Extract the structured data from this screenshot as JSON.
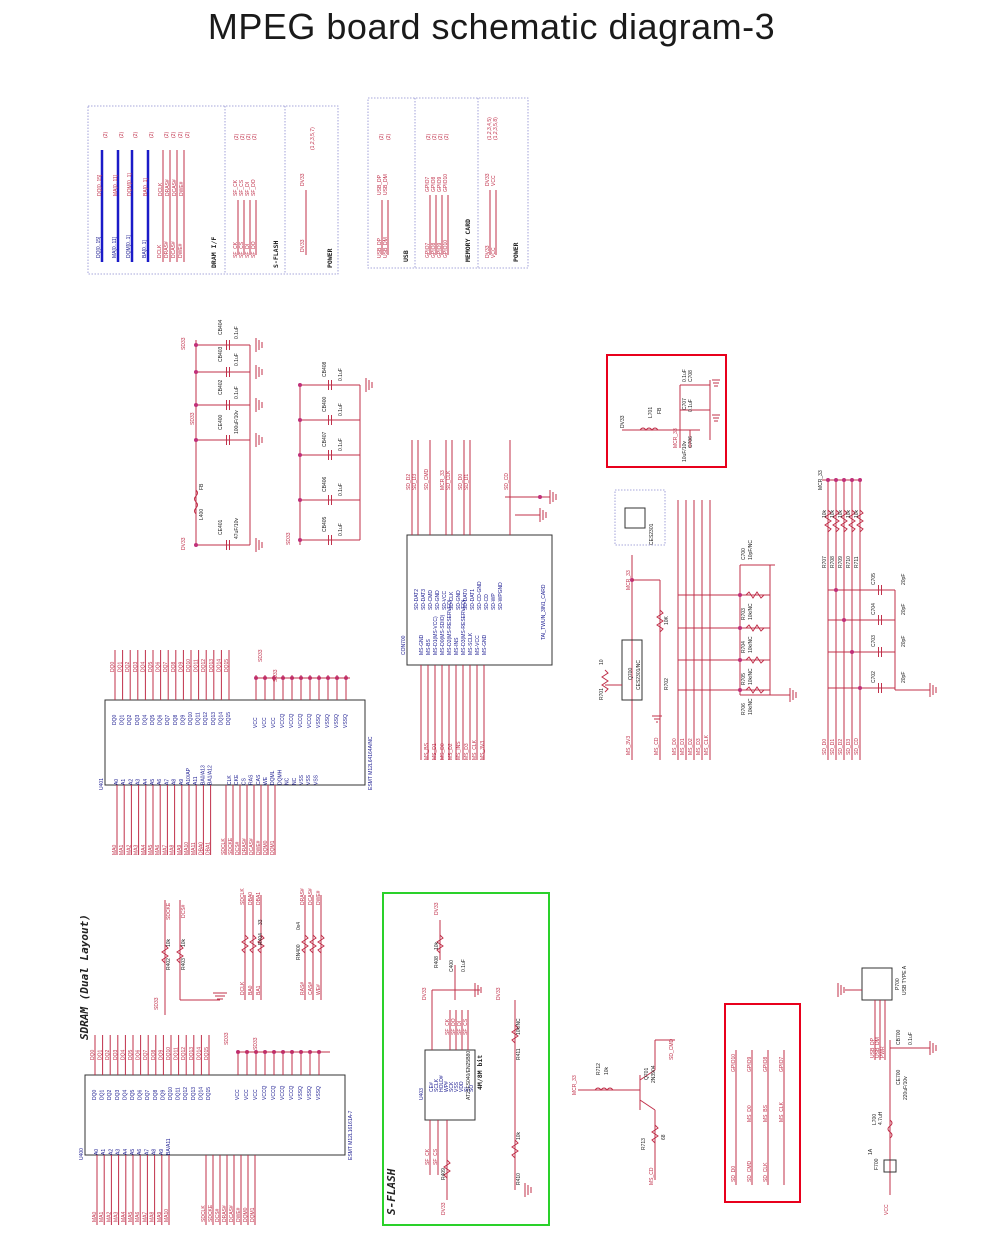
{
  "title": "MPEG  board schematic diagram-3",
  "sections": {
    "dram_if": "DRAM I/F",
    "sflash_hdr": "S-FLASH",
    "power1": "POWER",
    "usb": "USB",
    "memory_card": "MEMORY CARD",
    "power2": "POWER",
    "sdram": "SDRAM (Dual Layout)",
    "sflash": "S-FLASH"
  },
  "header_signals": {
    "dram": [
      "DQ[0..15]",
      "MA[0..11]",
      "DQM[0..1]",
      "BA[0..1]",
      "DCLK",
      "DRAS#",
      "DCAS#",
      "DWE#"
    ],
    "sf": [
      "SF_CK",
      "SF_CS",
      "SF_DI",
      "SF_DO"
    ],
    "pwr": [
      "DV33"
    ],
    "usb": [
      "USB_DP",
      "USB_DM"
    ],
    "gpio": [
      "GPIO7",
      "GPIO8",
      "GPIO9",
      "GPIO10"
    ],
    "pwr2": [
      "DV33",
      "VCC"
    ],
    "sheet_refs": [
      "(2)",
      "(1,2,3,5,7)",
      "(1,2,3,4,5)",
      "(1,2,3,5,8)"
    ]
  },
  "caps": {
    "CB404": "CB404",
    "CB403": "CB403",
    "CB402": "CB402",
    "CE400": "CE400",
    "CE401": "CE401",
    "CB408": "CB408",
    "CB400": "CB400",
    "CB407": "CB407",
    "CB406": "CB406",
    "CB405": "CB405",
    "v01": "0.1uF",
    "v100": "100uF/10v",
    "v47": "47uF/10v",
    "L400": "L400",
    "FB": "FB",
    "SD33": "SD33",
    "DV33": "DV33"
  },
  "con700": {
    "ref": "CON700",
    "part": "TAI_TWUN_3IN1_CARD",
    "left_pins": [
      "MS-GND",
      "MS-BS",
      "MS-D1(MS-VCC)",
      "MS-D0(MS-SDIO)",
      "MS-D2(MS-RESERVED)",
      "MS-INS",
      "MS-D3(MS-RESERVED)",
      "MS-SCLK",
      "MS-VCC",
      "MS-GND"
    ],
    "top_pins": [
      "SD-DAT2",
      "SD-DAT3",
      "SD-CMD",
      "SD-GND",
      "SD-VCC",
      "SD-CLK",
      "SD-GND",
      "SD-DAT0",
      "SD-DAT1",
      "SD-CD-GND",
      "SD-CD",
      "SD-WP",
      "SD-WPGND"
    ],
    "top_nets": [
      "SD_D2",
      "SD_D3",
      "SD_CMD",
      "MCR_33",
      "SD_CLK",
      "SD_D0",
      "SD_D1",
      "SD_CD"
    ],
    "bottom_nets": [
      "MS_BS",
      "MS_D1",
      "MS_D0",
      "MS_D2",
      "MS_INS",
      "MS_D3",
      "MS_CLK",
      "MS_3V3"
    ]
  },
  "mcr_power": {
    "L701": "L701",
    "FB": "FB",
    "C708": "C708",
    "C707": "C707",
    "C706": "C706",
    "v01": "0.1uF",
    "v10u": "10uF/10v",
    "DV33": "DV33",
    "MCR_33": "MCR_33"
  },
  "q700": {
    "ref": "Q700",
    "part": "CES2301/NC",
    "part2": "CES2301",
    "R701": "R701",
    "R702": "R702",
    "r10": "10",
    "r10k": "10K",
    "MCR_33": "MCR_33",
    "MS_3V3": "MS_3V3",
    "MS_CD": "MS_CD"
  },
  "res_net": {
    "R703": "R703",
    "R704": "R704",
    "R705": "R705",
    "R706": "R706",
    "C700": "C700",
    "v10k": "10k/NC",
    "c10p": "10pF/NC",
    "nets": [
      "MS_D0",
      "MS_D1",
      "MS_D2",
      "MS_D3",
      "MS_CLK"
    ]
  },
  "sd_pullups": {
    "mcr": "MCR_33",
    "refs": [
      "R707",
      "R708",
      "R709",
      "R710",
      "R711"
    ],
    "value": "10k",
    "caps": [
      "C705",
      "C704",
      "C703",
      "C702"
    ],
    "cval": "20pF",
    "nets": [
      "SD_D0",
      "SD_D1",
      "SD_D2",
      "SD_D3",
      "SD_CD"
    ]
  },
  "u401": {
    "ref": "U401",
    "part": "ESMT M12L64164A/NC",
    "dq": [
      "DQ0",
      "DQ1",
      "DQ2",
      "DQ3",
      "DQ4",
      "DQ5",
      "DQ6",
      "DQ7",
      "DQ8",
      "DQ9",
      "DQ10",
      "DQ11",
      "DQ12",
      "DQ13",
      "DQ14",
      "DQ15"
    ],
    "ma": [
      "MA0",
      "MA1",
      "MA2",
      "MA3",
      "MA4",
      "MA5",
      "MA6",
      "MA7",
      "MA8",
      "MA9",
      "MA10",
      "MA11",
      "DBA0",
      "DBA1"
    ],
    "ctl": [
      "SDCLK",
      "SDCKE",
      "DCS#",
      "DRAS#",
      "DCAS#",
      "DWE#",
      "DQM0",
      "DQM1"
    ],
    "pins_a": [
      "A0",
      "A1",
      "A2",
      "A3",
      "A4",
      "A5",
      "A6",
      "A7",
      "A8",
      "A9",
      "A10/AP",
      "A11",
      "BA0/A13",
      "BA1/A12"
    ],
    "pins_c": [
      "CLK",
      "CKE",
      "CS",
      "RAS",
      "CAS",
      "WE",
      "DQML",
      "DQMH",
      "NC",
      "NC",
      "VSS",
      "VSS",
      "VSS"
    ],
    "pins_v": [
      "VCC",
      "VCC",
      "VCC",
      "VCCQ",
      "VCCQ",
      "VCCQ",
      "VCCQ",
      "VSSQ",
      "VSSQ",
      "VSSQ",
      "VSSQ"
    ],
    "SD33": "SD33"
  },
  "u400": {
    "ref": "U400",
    "part": "ESMT M12L16161A-7",
    "pins_a": [
      "A0",
      "A1",
      "A2",
      "A3",
      "A4",
      "A5",
      "A6",
      "A7",
      "A8",
      "A9",
      "BA/A11"
    ],
    "SD33": "SD33"
  },
  "misc_res": {
    "R402": "R402",
    "R403": "R403",
    "v10k": "10k",
    "SDCKE": "SDCKE",
    "DCS": "DCS#",
    "R404": "R404",
    "R405": "R405",
    "R406": "R406",
    "v33": "33",
    "RN400": "RN400",
    "v0x4": "0x4",
    "sd_nets": [
      "SDCLK",
      "DBA0",
      "DBA1"
    ],
    "rn_nets": [
      "DRAS#",
      "DCAS#",
      "DWE#"
    ],
    "rn_left": [
      "RAS#",
      "CAS#",
      "WE#"
    ],
    "rd_left": [
      "DCLK",
      "BA0",
      "BA1"
    ]
  },
  "u403": {
    "ref": "U403",
    "part": "AT25FS040/EN25B80",
    "size": "4M/8M bit",
    "pins": [
      "CE#",
      "SCLK",
      "HOLD#",
      "WP#",
      "SCK",
      "VSS",
      "VDD",
      "SI",
      "SO"
    ],
    "C400": "C400",
    "v01": "0.1uF",
    "R408": "R408",
    "R409": "R409",
    "R410": "R410",
    "R411": "R411",
    "v10k": "10k",
    "vnc": "10k/NC",
    "DV33": "DV33",
    "nets": [
      "SF_CK",
      "SF_DO",
      "SF_DI",
      "SF_CS"
    ]
  },
  "q701": {
    "ref": "Q701",
    "part": "2N3904",
    "R712": "R712",
    "R713": "R713",
    "r10k": "10k",
    "r68": "68",
    "MCR_33": "MCR_33",
    "SD_CMD": "SD_CMD",
    "MS_CD": "MS_CD"
  },
  "gpio_box": {
    "nets_top": [
      "GPIO10",
      "GPIO9",
      "GPIO8",
      "GPIO7"
    ],
    "nets_bot": [
      "SD_D0",
      "SD_CMD",
      "SD_CLK",
      "MS_D0",
      "MS_BS",
      "MS_CLK"
    ]
  },
  "usb_conn": {
    "ref": "P700",
    "part": "USB TYPE A",
    "F700": "F700",
    "fuse": "1A",
    "L700": "L700",
    "lval": "4.7uH",
    "CE700": "CE700",
    "ceval": "220uF/10v",
    "CB700": "CB700",
    "cbval": "0.1uF",
    "VCC": "VCC",
    "nets": [
      "USB_DP",
      "USB_DM",
      "PWR"
    ]
  }
}
